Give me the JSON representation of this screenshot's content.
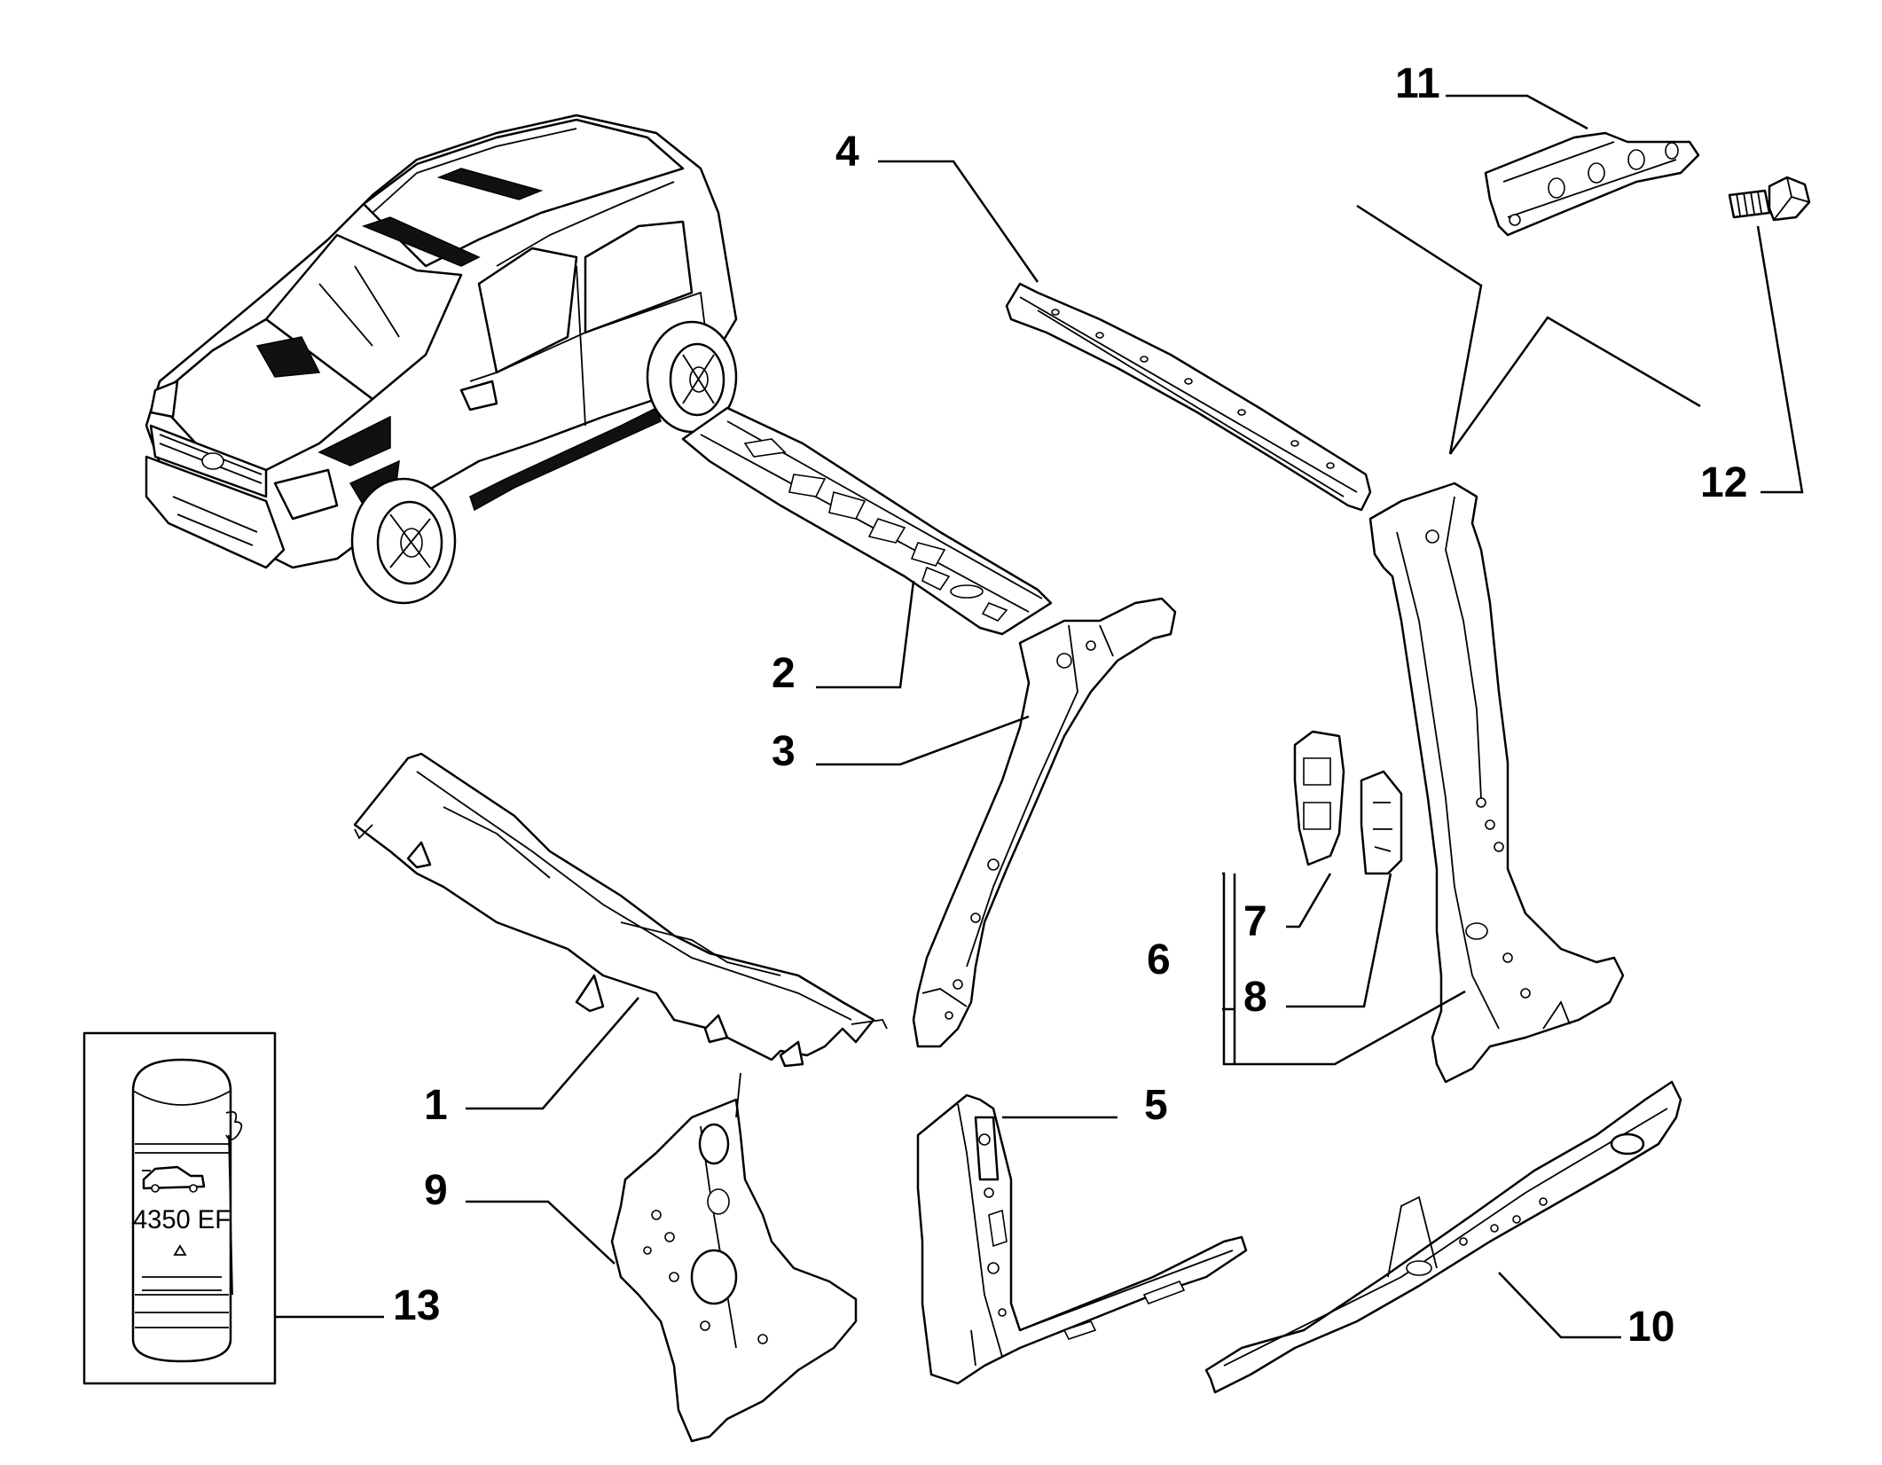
{
  "callouts": {
    "c1": "1",
    "c2": "2",
    "c3": "3",
    "c4": "4",
    "c5": "5",
    "c6": "6",
    "c7": "7",
    "c8": "8",
    "c9": "9",
    "c10": "10",
    "c11": "11",
    "c12": "12",
    "c13": "13"
  },
  "sealant_can": {
    "label": "4350 EF"
  }
}
